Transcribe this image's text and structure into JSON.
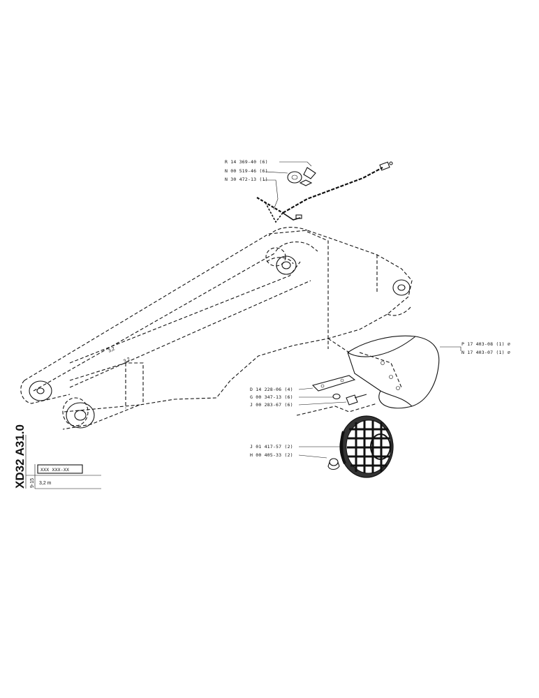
{
  "sheet": {
    "code": "XD32 A31.0",
    "sub_code": "9-15",
    "part_placeholder": "XXX XXX-XX",
    "length_note": "3,2 m"
  },
  "parts": {
    "r_14_369": "R 14 369-40 (6)",
    "n_00_519": "N 00 519-46 (6)",
    "n_30_472": "N 30 472-13 (1)",
    "p_17_403": "P 17 403-08 (1) ⌀",
    "n_17_403": "N 17 403-07 (1) ⌀",
    "d_14_228": "D 14 228-06 (4)",
    "g_00_347": "G 00 347-13 (6)",
    "j_00_283": "J 00 283-67 (6)",
    "j_01_417": "J 01 417-57 (2)",
    "h_00_405": "H 00 405-33 (2)"
  },
  "boom_marking": "3,2"
}
